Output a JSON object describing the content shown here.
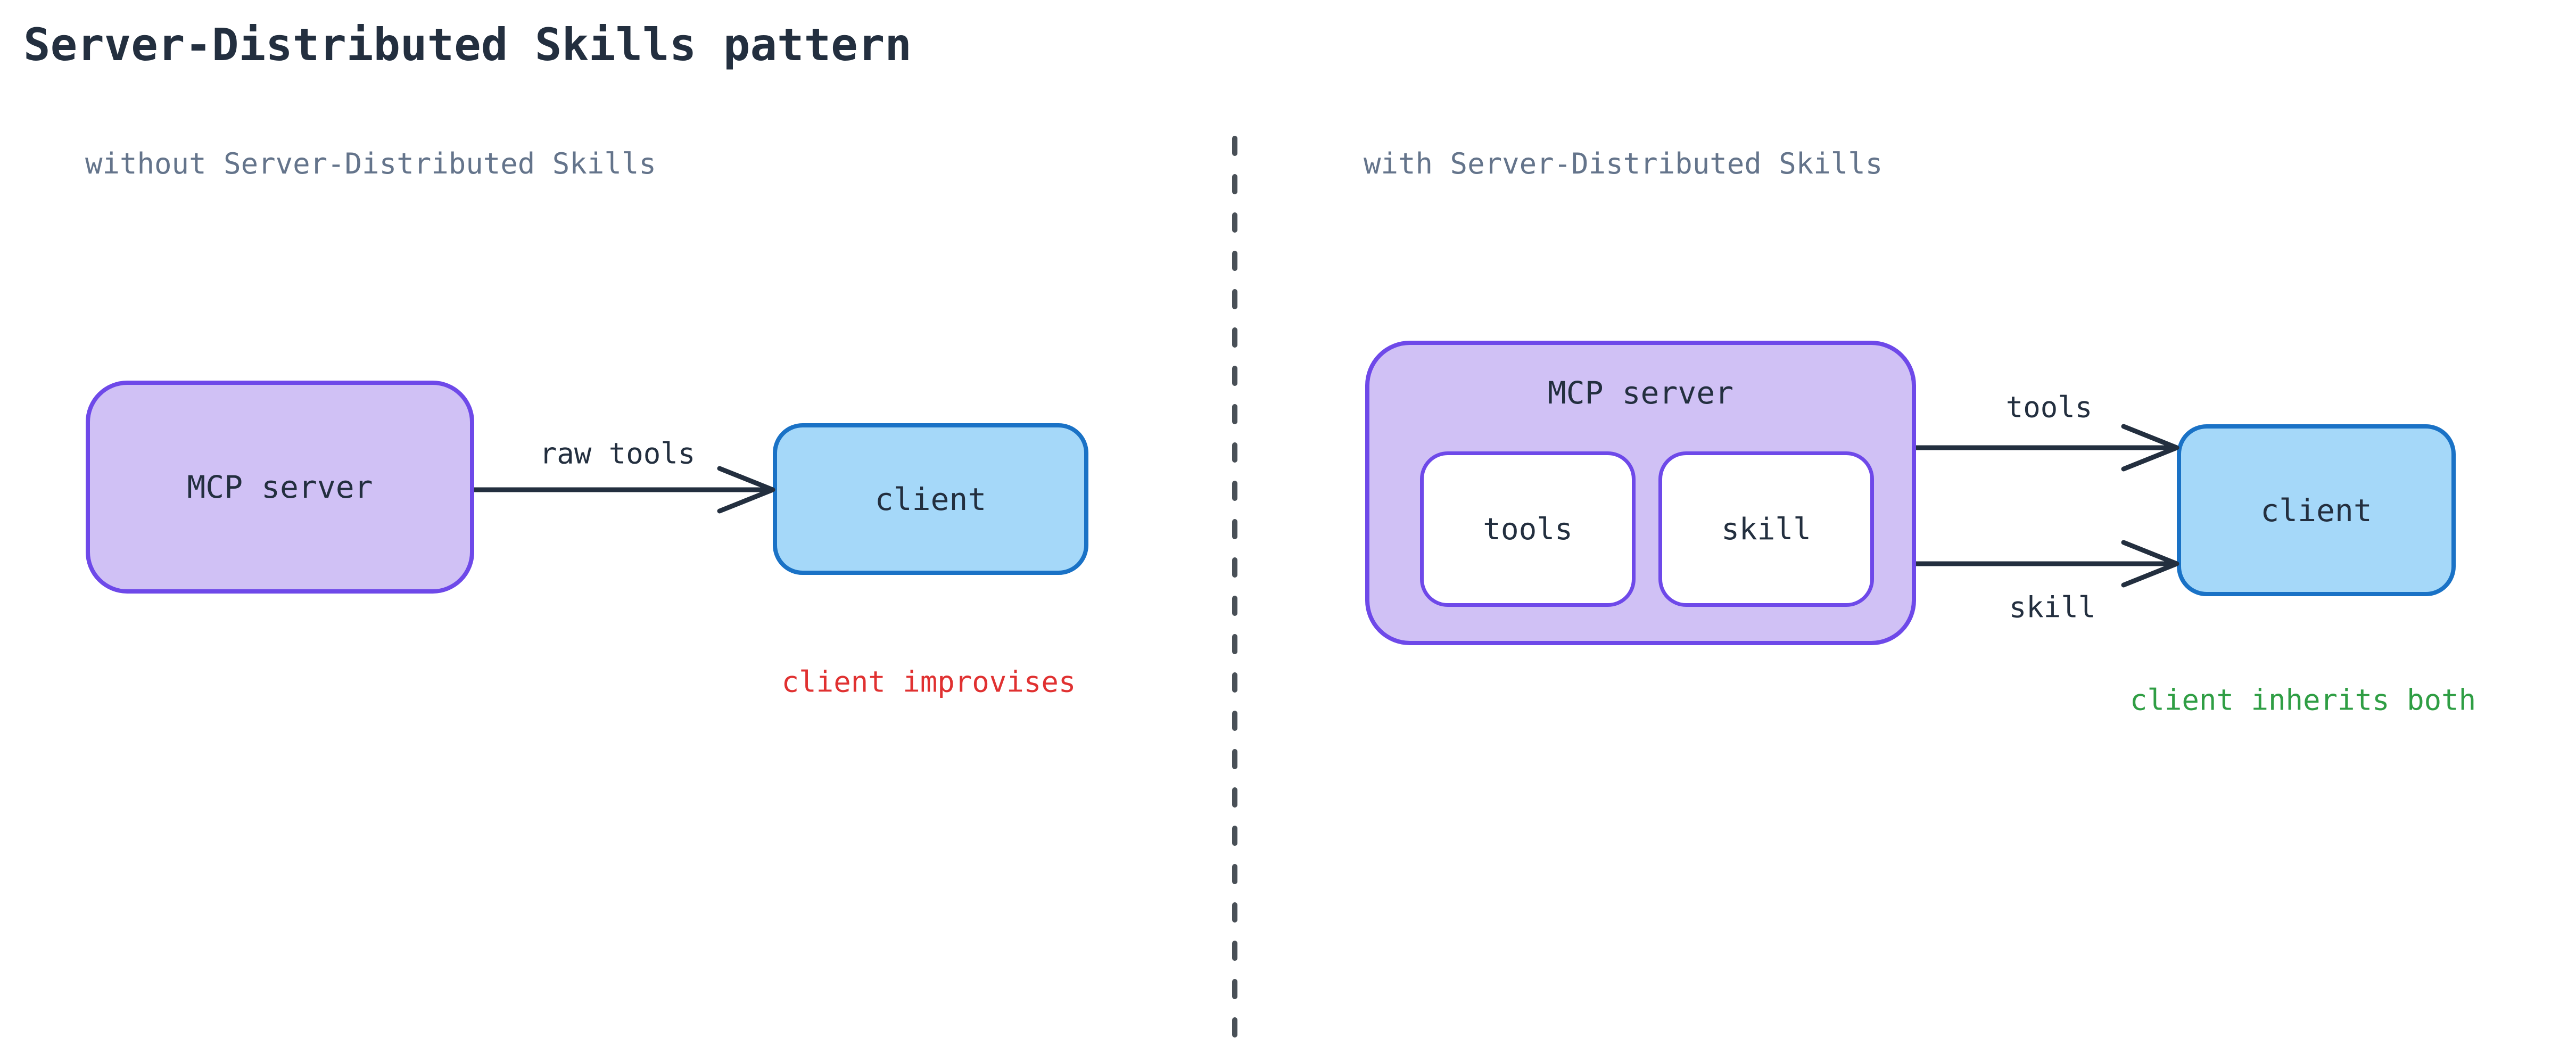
{
  "title": "Server-Distributed Skills pattern",
  "left": {
    "heading": "without Server-Distributed Skills",
    "server_label": "MCP server",
    "arrow_label": "raw tools",
    "client_label": "client",
    "note": "client improvises"
  },
  "right": {
    "heading": "with Server-Distributed Skills",
    "server_label": "MCP server",
    "inner_boxes": [
      "tools",
      "skill"
    ],
    "arrow_labels": [
      "tools",
      "skill"
    ],
    "client_label": "client",
    "note": "client inherits both"
  },
  "colors": {
    "ink": "#232f3f",
    "muted": "#64748b",
    "purple-border": "#6e49e9",
    "purple-fill": "#d0c1f5",
    "blue-border": "#1a72c6",
    "blue-fill": "#a5d8f9",
    "inner-fill": "#ffffff",
    "dash": "#495057",
    "note-red": "#e03131",
    "note-green": "#2f9e44",
    "bg": "#ffffff"
  }
}
